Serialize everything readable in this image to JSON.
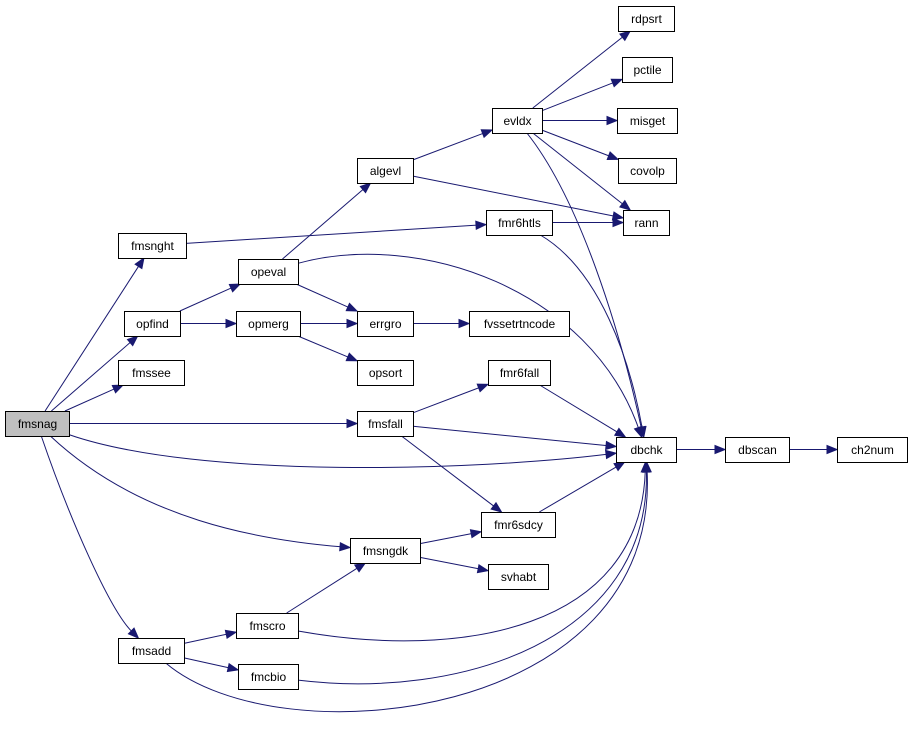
{
  "diagram": {
    "type": "call-graph",
    "colors": {
      "edge": "#191970",
      "node_border": "#000000",
      "node_fill": "#ffffff",
      "root_fill": "#bfbfbf"
    },
    "nodes": [
      {
        "id": "fmsnag",
        "label": "fmsnag",
        "root": true
      },
      {
        "id": "fmsnght",
        "label": "fmsnght"
      },
      {
        "id": "opfind",
        "label": "opfind"
      },
      {
        "id": "fmssee",
        "label": "fmssee"
      },
      {
        "id": "fmsadd",
        "label": "fmsadd"
      },
      {
        "id": "opeval",
        "label": "opeval"
      },
      {
        "id": "opmerg",
        "label": "opmerg"
      },
      {
        "id": "fmscro",
        "label": "fmscro"
      },
      {
        "id": "fmcbio",
        "label": "fmcbio"
      },
      {
        "id": "algevl",
        "label": "algevl"
      },
      {
        "id": "errgro",
        "label": "errgro"
      },
      {
        "id": "opsort",
        "label": "opsort"
      },
      {
        "id": "fmsfall",
        "label": "fmsfall"
      },
      {
        "id": "fmsngdk",
        "label": "fmsngdk"
      },
      {
        "id": "evldx",
        "label": "evldx"
      },
      {
        "id": "fmr6htls",
        "label": "fmr6htls"
      },
      {
        "id": "fvssetrtncode",
        "label": "fvssetrtncode"
      },
      {
        "id": "fmr6fall",
        "label": "fmr6fall"
      },
      {
        "id": "fmr6sdcy",
        "label": "fmr6sdcy"
      },
      {
        "id": "svhabt",
        "label": "svhabt"
      },
      {
        "id": "rdpsrt",
        "label": "rdpsrt"
      },
      {
        "id": "pctile",
        "label": "pctile"
      },
      {
        "id": "misget",
        "label": "misget"
      },
      {
        "id": "covolp",
        "label": "covolp"
      },
      {
        "id": "rann",
        "label": "rann"
      },
      {
        "id": "dbchk",
        "label": "dbchk"
      },
      {
        "id": "dbscan",
        "label": "dbscan"
      },
      {
        "id": "ch2num",
        "label": "ch2num"
      }
    ],
    "edges": [
      {
        "from": "fmsnag",
        "to": "fmsnght"
      },
      {
        "from": "fmsnag",
        "to": "opfind"
      },
      {
        "from": "fmsnag",
        "to": "fmssee"
      },
      {
        "from": "fmsnag",
        "to": "fmsfall"
      },
      {
        "from": "fmsnag",
        "to": "dbchk"
      },
      {
        "from": "fmsnag",
        "to": "fmsngdk"
      },
      {
        "from": "fmsnag",
        "to": "fmsadd"
      },
      {
        "from": "fmsnght",
        "to": "fmr6htls"
      },
      {
        "from": "opfind",
        "to": "opeval"
      },
      {
        "from": "opfind",
        "to": "opmerg"
      },
      {
        "from": "opeval",
        "to": "algevl"
      },
      {
        "from": "opeval",
        "to": "errgro"
      },
      {
        "from": "opeval",
        "to": "dbchk"
      },
      {
        "from": "opmerg",
        "to": "errgro"
      },
      {
        "from": "opmerg",
        "to": "opsort"
      },
      {
        "from": "algevl",
        "to": "evldx"
      },
      {
        "from": "algevl",
        "to": "rann"
      },
      {
        "from": "errgro",
        "to": "fvssetrtncode"
      },
      {
        "from": "evldx",
        "to": "rdpsrt"
      },
      {
        "from": "evldx",
        "to": "pctile"
      },
      {
        "from": "evldx",
        "to": "misget"
      },
      {
        "from": "evldx",
        "to": "covolp"
      },
      {
        "from": "evldx",
        "to": "rann"
      },
      {
        "from": "evldx",
        "to": "dbchk"
      },
      {
        "from": "fmr6htls",
        "to": "rann"
      },
      {
        "from": "fmr6htls",
        "to": "dbchk"
      },
      {
        "from": "fmsfall",
        "to": "fmr6fall"
      },
      {
        "from": "fmsfall",
        "to": "dbchk"
      },
      {
        "from": "fmsfall",
        "to": "fmr6sdcy"
      },
      {
        "from": "fmr6fall",
        "to": "dbchk"
      },
      {
        "from": "fmr6sdcy",
        "to": "dbchk"
      },
      {
        "from": "fmsngdk",
        "to": "fmr6sdcy"
      },
      {
        "from": "fmsngdk",
        "to": "svhabt"
      },
      {
        "from": "fmsadd",
        "to": "fmscro"
      },
      {
        "from": "fmsadd",
        "to": "fmcbio"
      },
      {
        "from": "fmsadd",
        "to": "dbchk"
      },
      {
        "from": "fmscro",
        "to": "fmsngdk"
      },
      {
        "from": "fmscro",
        "to": "dbchk"
      },
      {
        "from": "fmcbio",
        "to": "dbchk"
      },
      {
        "from": "dbchk",
        "to": "dbscan"
      },
      {
        "from": "dbscan",
        "to": "ch2num"
      }
    ]
  }
}
